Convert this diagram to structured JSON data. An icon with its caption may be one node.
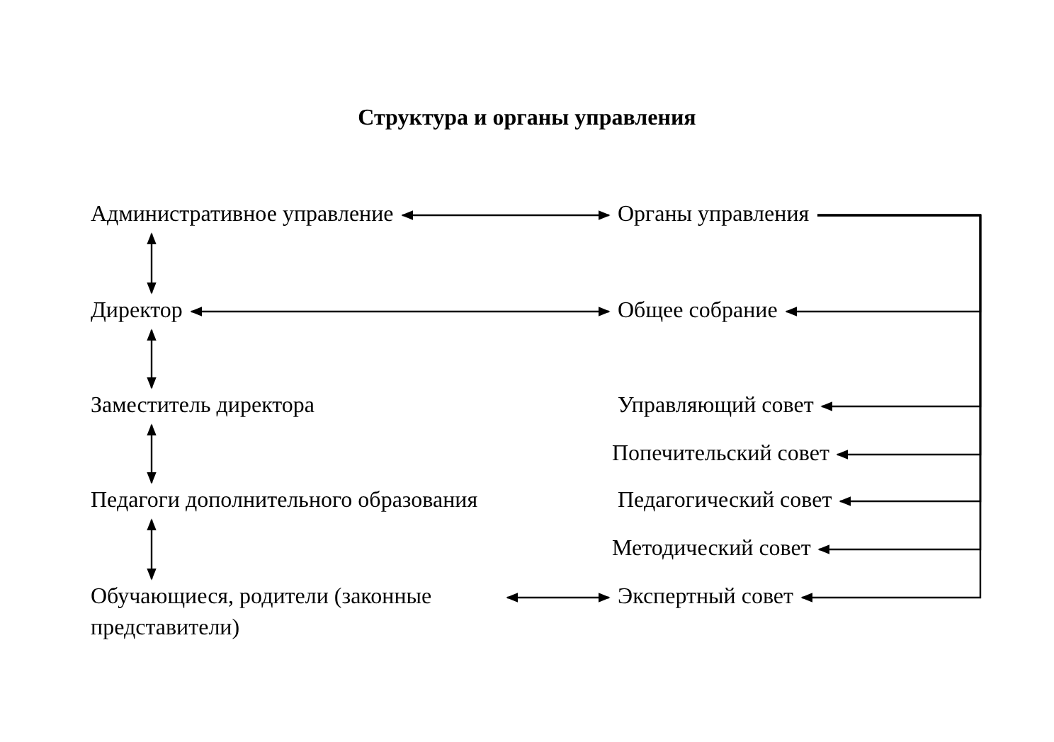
{
  "diagram": {
    "title": "Структура и органы управления",
    "nodes": [
      {
        "text": [
          "Административное управление"
        ]
      },
      {
        "text": [
          "Органы управления"
        ]
      },
      {
        "text": [
          "Директор"
        ]
      },
      {
        "text": [
          "Общее собрание"
        ]
      },
      {
        "text": [
          "Заместитель директора"
        ]
      },
      {
        "text": [
          "Управляющий совет"
        ]
      },
      {
        "text": [
          "Попечительский совет"
        ]
      },
      {
        "text": [
          "Педагоги дополнительного образования"
        ]
      },
      {
        "text": [
          "Педагогический совет"
        ]
      },
      {
        "text": [
          "Методический совет"
        ]
      },
      {
        "text": [
          "Обучающиеся, родители (законные представители)"
        ]
      },
      {
        "text": [
          "Экспертный совет"
        ]
      }
    ],
    "edges": [
      {
        "from": 0,
        "to": 1,
        "arrow": "both"
      },
      {
        "from": 0,
        "to": 2,
        "arrow": "both"
      },
      {
        "from": 2,
        "to": 3,
        "arrow": "both"
      },
      {
        "from": 2,
        "to": 4,
        "arrow": "both"
      },
      {
        "from": 4,
        "to": 7,
        "arrow": "both"
      },
      {
        "from": 7,
        "to": 10,
        "arrow": "both"
      },
      {
        "from": 10,
        "to": 11,
        "arrow": "both"
      },
      {
        "from": 1,
        "to": 3,
        "arrow": "to"
      },
      {
        "from": 1,
        "to": 5,
        "arrow": "to"
      },
      {
        "from": 1,
        "to": 6,
        "arrow": "to"
      },
      {
        "from": 1,
        "to": 8,
        "arrow": "to"
      },
      {
        "from": 1,
        "to": 9,
        "arrow": "to"
      },
      {
        "from": 1,
        "to": 11,
        "arrow": "to"
      }
    ]
  }
}
